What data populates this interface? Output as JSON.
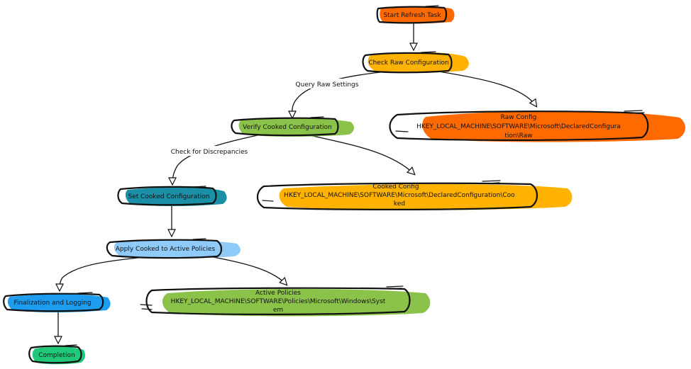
{
  "colors": {
    "orange": "#ff6a00",
    "amber": "#ffb300",
    "green": "#8bc34a",
    "teal": "#1a8fa6",
    "lightblue": "#90caf9",
    "blue": "#1e9cf0",
    "mint": "#22c87a"
  },
  "nodes": {
    "start": {
      "label": "Start Refresh Task",
      "color": "orange"
    },
    "check_raw": {
      "label": "Check Raw Configuration",
      "color": "amber"
    },
    "raw_config": {
      "line1": "Raw Config",
      "line2": "HKEY_LOCAL_MACHINE\\SOFTWARE\\Microsoft\\DeclaredConfigura",
      "line3": "tion\\Raw",
      "color": "orange"
    },
    "verify_cooked": {
      "label": "Verify Cooked Configuration",
      "color": "green"
    },
    "cooked_config": {
      "line1": "Cooked Config",
      "line2": "HKEY_LOCAL_MACHINE\\SOFTWARE\\Microsoft\\DeclaredConfiguration\\Coo",
      "line3": "ked",
      "color": "amber"
    },
    "set_cooked": {
      "label": "Set Cooked Configuration",
      "color": "teal"
    },
    "apply_cooked": {
      "label": "Apply Cooked to Active Policies",
      "color": "lightblue"
    },
    "active_policies": {
      "line1": "Active Policies",
      "line2": "HKEY_LOCAL_MACHINE\\SOFTWARE\\Policies\\Microsoft\\Windows\\Syst",
      "line3": "em",
      "color": "green"
    },
    "finalization": {
      "label": "Finalization and Logging",
      "color": "blue"
    },
    "completion": {
      "label": "Completion",
      "color": "mint"
    }
  },
  "edges": {
    "query_raw": "Query Raw Settings",
    "check_discrepancies": "Check for Discrepancies"
  }
}
